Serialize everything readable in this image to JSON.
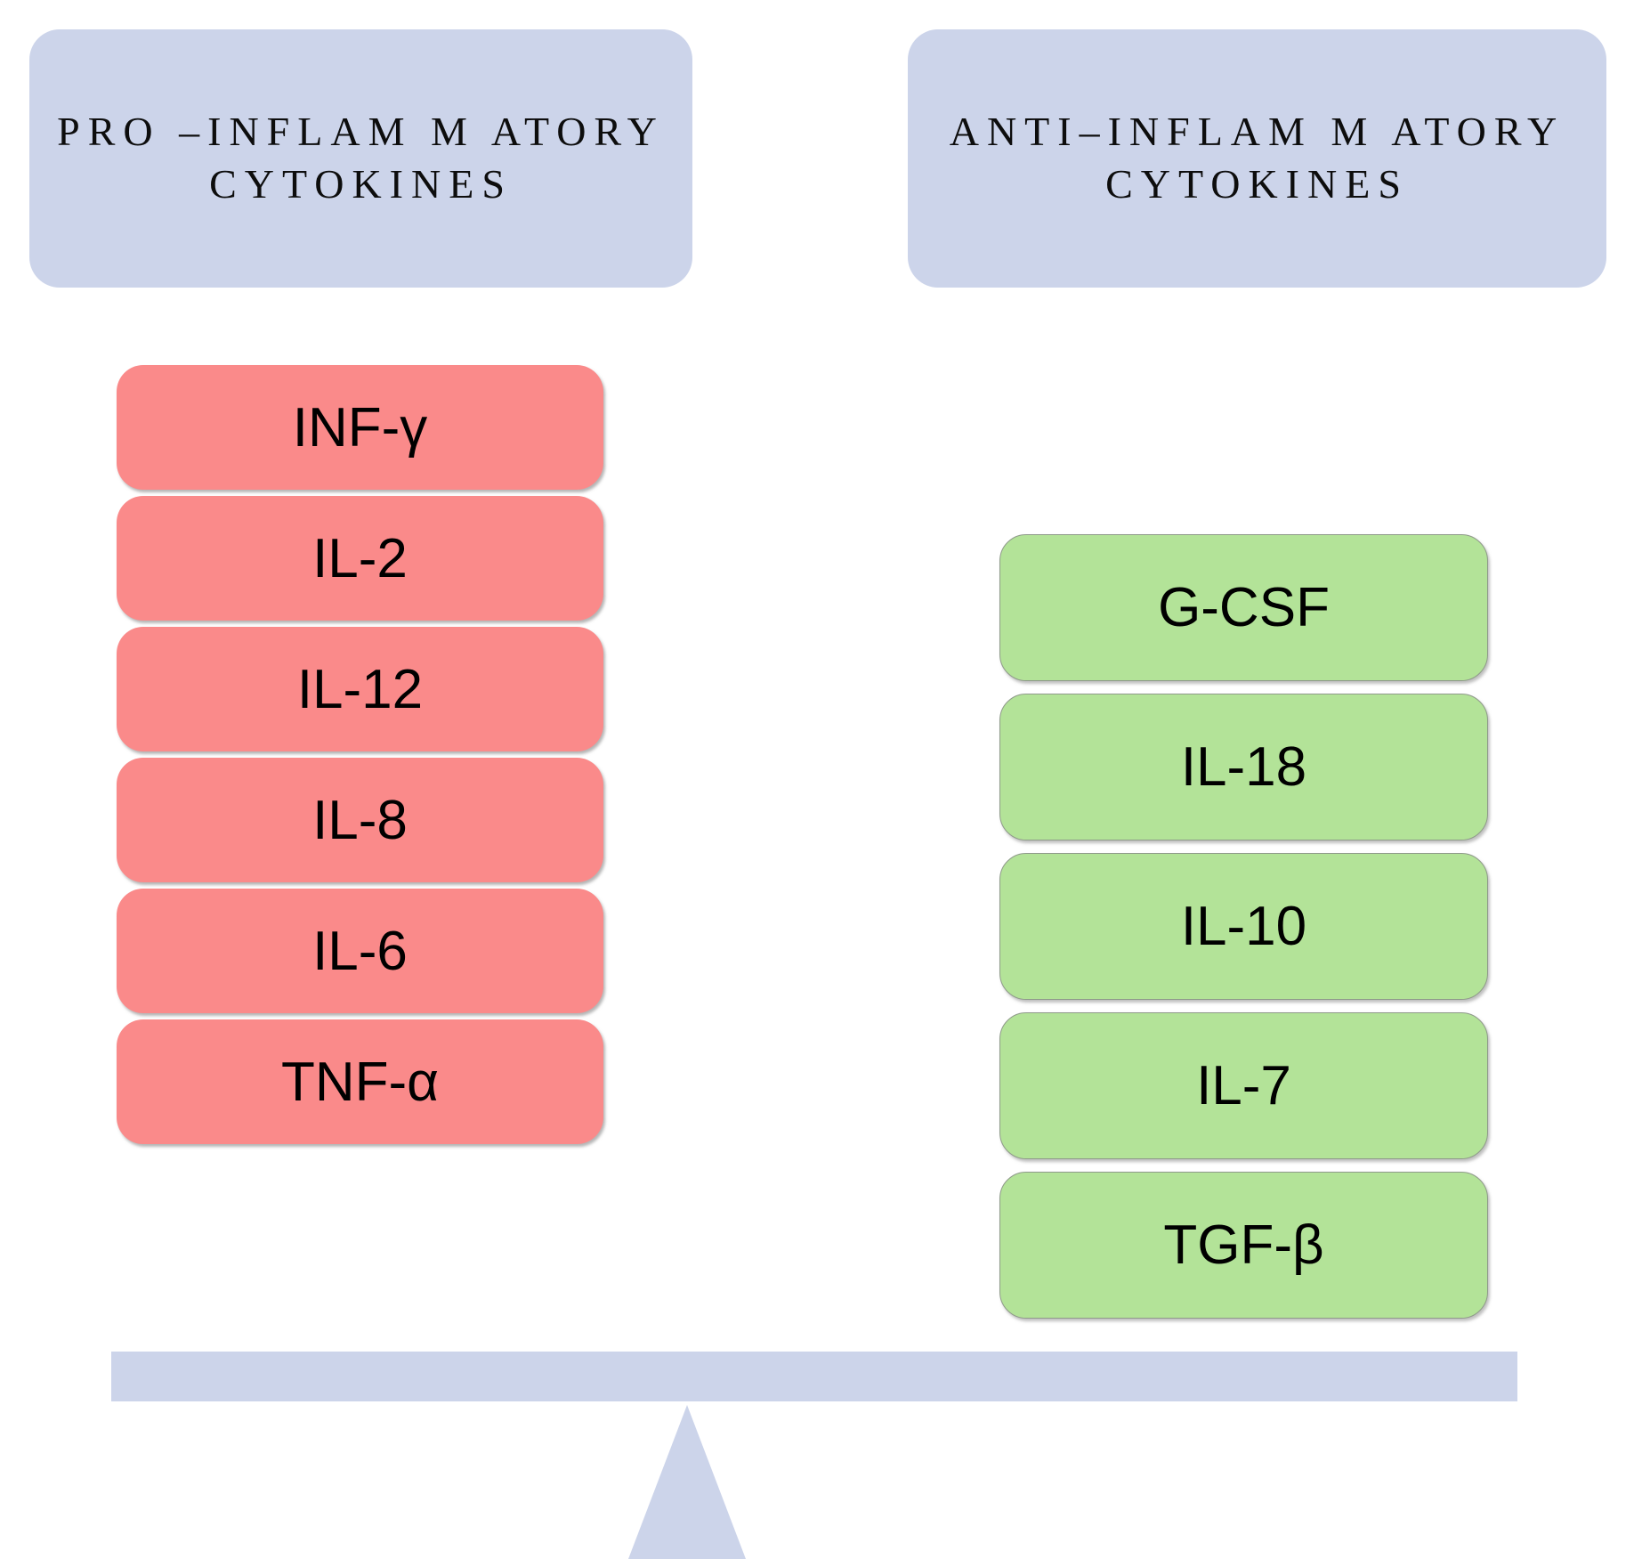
{
  "diagram": {
    "title": "Balance of pro-inflammatory and anti-inflammatory cytokines",
    "colors": {
      "header_panel": "#ccd4ea",
      "pro_box": "#fa8a8a",
      "anti_box": "#b3e398",
      "beam": "#ccd4ea",
      "fulcrum": "#ccd4ea",
      "text": "#000000"
    }
  },
  "headers": {
    "left": {
      "text": "PRO –INFLAM M ATORY\nCYTOKINES"
    },
    "right": {
      "text": "ANTI–INFLAM M ATORY\nCYTOKINES"
    }
  },
  "pro_inflammatory": {
    "items": [
      {
        "label": "INF-γ"
      },
      {
        "label": "IL-2"
      },
      {
        "label": "IL-12"
      },
      {
        "label": "IL-8"
      },
      {
        "label": "IL-6"
      },
      {
        "label": "TNF-α"
      }
    ]
  },
  "anti_inflammatory": {
    "items": [
      {
        "label": "G-CSF"
      },
      {
        "label": "IL-18"
      },
      {
        "label": "IL-10"
      },
      {
        "label": "IL-7"
      },
      {
        "label": "TGF-β"
      }
    ]
  },
  "scale": {
    "beam_label": "balance-beam",
    "fulcrum_label": "fulcrum-triangle"
  }
}
